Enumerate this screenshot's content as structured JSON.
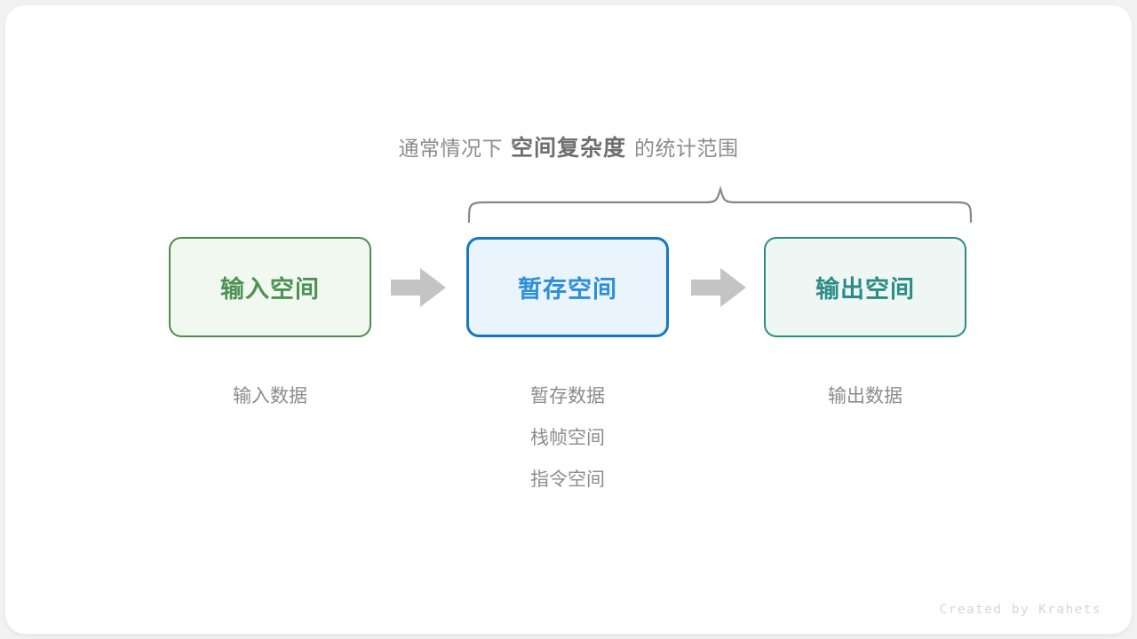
{
  "heading": {
    "prefix": "通常情况下",
    "emphasis": "空间复杂度",
    "suffix": "的统计范围"
  },
  "boxes": [
    {
      "id": "input",
      "label": "输入空间",
      "border_color": "#4e8c4b",
      "fill_color": "#f1f8ef",
      "text_color": "#4d9254"
    },
    {
      "id": "temp",
      "label": "暂存空间",
      "border_color": "#1678c2",
      "fill_color": "#e9f4fc",
      "text_color": "#2e8fd8"
    },
    {
      "id": "output",
      "label": "输出空间",
      "border_color": "#2d8c86",
      "fill_color": "#eef7f4",
      "text_color": "#2d8c86"
    }
  ],
  "captions": {
    "input": [
      "输入数据"
    ],
    "temp": [
      "暂存数据",
      "栈帧空间",
      "指令空间"
    ],
    "output": [
      "输出数据"
    ]
  },
  "arrow_color": "#c4c4c4",
  "brace_color": "#878787",
  "watermark": "Created by Krahets"
}
